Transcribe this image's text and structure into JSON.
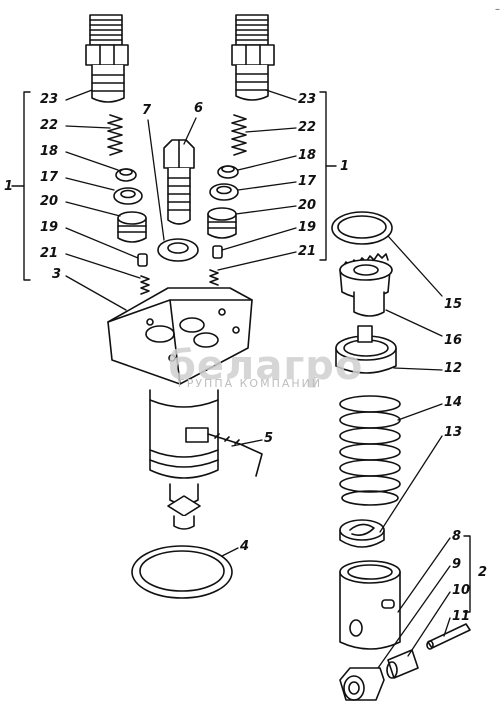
{
  "labels": {
    "l23a": "23",
    "l22a": "22",
    "l18a": "18",
    "l17a": "17",
    "l20a": "20",
    "l19a": "19",
    "l21a": "21",
    "l3": "3",
    "l1a": "1",
    "l7": "7",
    "l6": "6",
    "l23b": "23",
    "l22b": "22",
    "l18b": "18",
    "l17b": "17",
    "l20b": "20",
    "l19b": "19",
    "l21b": "21",
    "l1b": "1",
    "l15": "15",
    "l16": "16",
    "l12": "12",
    "l14": "14",
    "l13": "13",
    "l5": "5",
    "l4": "4",
    "l8": "8",
    "l9": "9",
    "l10": "10",
    "l11": "11",
    "l2": "2"
  },
  "watermark": {
    "brand": "белагро",
    "subtitle": "ГРУППА КОМПАНИЙ"
  },
  "corner_mark": "–",
  "colors": {
    "ink": "#111111",
    "paper": "#ffffff",
    "watermark": "#cfcfcf"
  }
}
